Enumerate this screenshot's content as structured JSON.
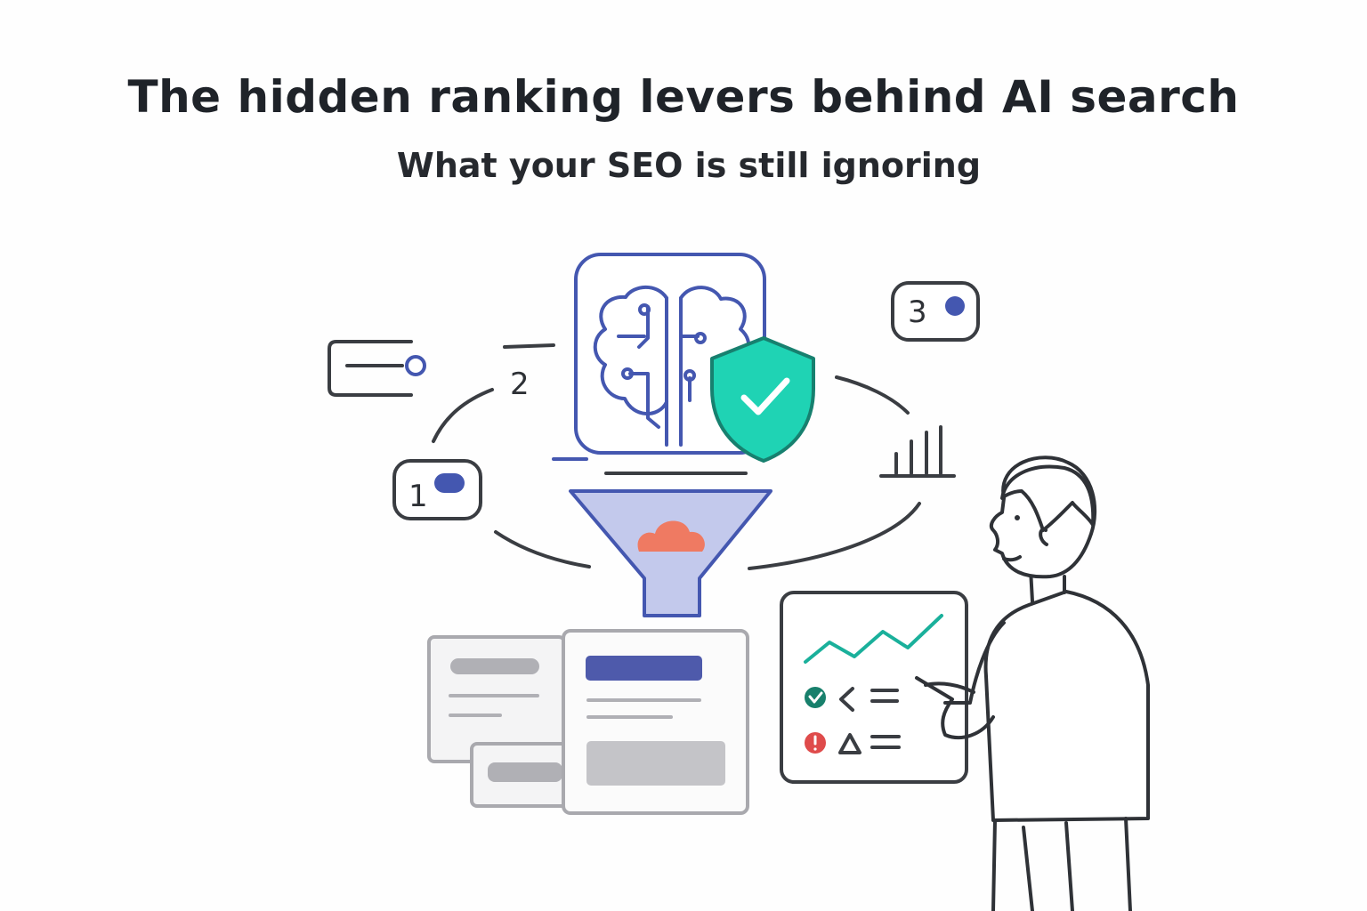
{
  "header": {
    "title": "The hidden ranking levers behind AI search",
    "subtitle": "What your SEO is still ignoring"
  },
  "badges": {
    "one": "1",
    "two": "2",
    "three": "3"
  },
  "colors": {
    "outline": "#3a3d42",
    "brain_blue": "#4457b0",
    "shield_teal": "#1fd3b4",
    "funnel_fill": "#c3c9ec",
    "cloud_coral": "#ef7a62",
    "chart_teal": "#1ab09b",
    "check_green": "#18806c",
    "alert_red": "#df4b4b",
    "card_bar_blue": "#4e5aab",
    "card_bar_gray": "#c4c4c8"
  },
  "icons": [
    "brain-circuit-icon",
    "shield-check-icon",
    "funnel-icon",
    "cloud-icon",
    "toggle-icon",
    "slider-icon",
    "bar-chart-icon",
    "check-icon",
    "alert-icon",
    "chevron-icon",
    "triangle-icon"
  ]
}
